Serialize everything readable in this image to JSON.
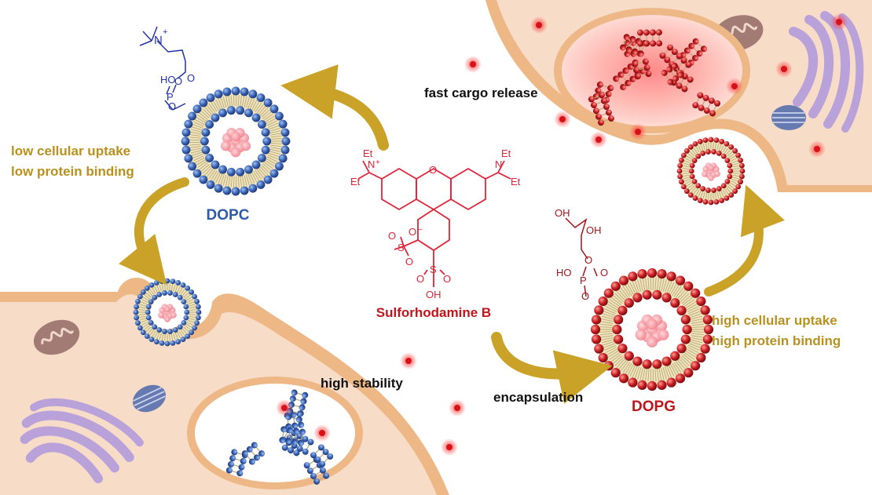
{
  "labels": {
    "dopc": "DOPC",
    "dopg": "DOPG",
    "sulforhodamine": "Sulforhodamine B",
    "low_uptake": "low cellular uptake",
    "low_binding": "low protein binding",
    "high_uptake": "high cellular uptake",
    "high_binding": "high protein binding",
    "fast_release": "fast cargo release",
    "high_stability": "high stability",
    "encapsulation": "encapsulation"
  },
  "chem": {
    "dopc": {
      "n": "N",
      "plus": "+",
      "ho": "HO",
      "p": "P",
      "o1": "O",
      "o2": "O",
      "o3": "O"
    },
    "dopg": {
      "oh1": "OH",
      "oh2": "OH",
      "ho": "HO",
      "p": "P",
      "o1": "O",
      "o2": "O",
      "o3": "O"
    },
    "srb": {
      "et1": "Et",
      "et2": "Et",
      "et3": "Et",
      "et4": "Et",
      "n1": "N",
      "n2": "N",
      "plus": "+",
      "o_ring": "O",
      "s1": "S",
      "s1o1": "O",
      "s1o2": "O",
      "s1o3": "O",
      "minus": "−",
      "s2": "S",
      "s2o1": "O",
      "s2o2": "O",
      "oh": "OH"
    }
  },
  "colors": {
    "dopc_blue": "#2f5aa8",
    "dopg_red": "#c0151c",
    "label_gold": "#b8911e",
    "arrow_gold": "#c9a227",
    "cell": "#f7dcc8",
    "membrane": "#eeb886",
    "mito": "#a27b74",
    "golgi": "#b9a2d9",
    "er": "#6679b0"
  },
  "icons": [
    "mitochondrion-icon",
    "golgi-apparatus-icon",
    "endoplasmic-reticulum-icon",
    "liposome-icon",
    "dye-particle-icon"
  ]
}
